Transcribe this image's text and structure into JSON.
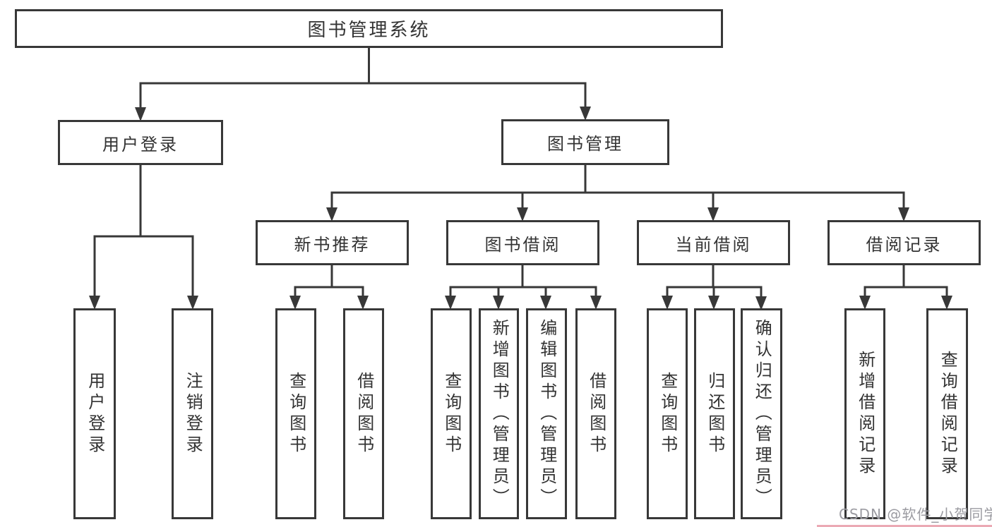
{
  "colors": {
    "line": "#383838",
    "box_border": "#383838",
    "text": "#333333",
    "watermark": "#9b9ba1",
    "background": "#ffffff"
  },
  "nodes": {
    "root": "图书管理系统",
    "user_login": "用户登录",
    "book_management": "图书管理",
    "new_book_recommend": "新书推荐",
    "book_borrow": "图书借阅",
    "current_borrow": "当前借阅",
    "borrow_records": "借阅记录",
    "leaves_user": [
      "用户登录",
      "注销登录"
    ],
    "leaves_new_book": [
      "查询图书",
      "借阅图书"
    ],
    "leaves_book_borrow": [
      "查询图书",
      "新增图书（管理员）",
      "编辑图书（管理员）",
      "借阅图书"
    ],
    "leaves_current": [
      "查询图书",
      "归还图书",
      "确认归还（管理员）"
    ],
    "leaves_records": [
      "新增借阅记录",
      "查询借阅记录"
    ]
  },
  "watermark": "CSDN @软件_小贺同学"
}
